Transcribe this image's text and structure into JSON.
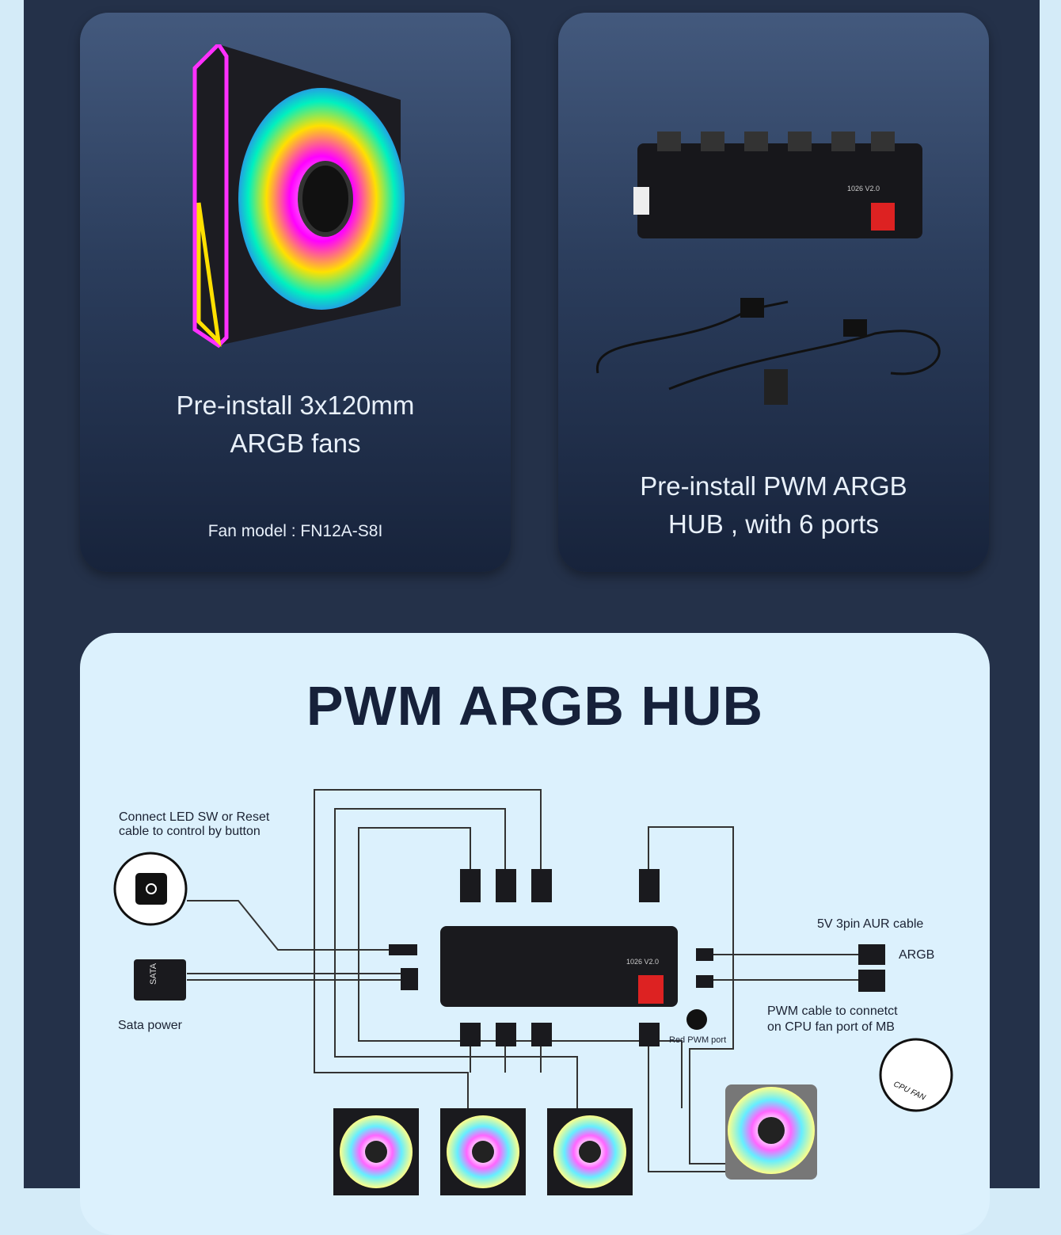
{
  "cards": [
    {
      "title_line1": "Pre-install 3x120mm",
      "title_line2": "ARGB fans",
      "subtitle": "Fan model : FN12A-S8I"
    },
    {
      "title_line1": "Pre-install PWM ARGB",
      "title_line2": "HUB , with 6 ports"
    }
  ],
  "diagram": {
    "title": "PWM ARGB HUB",
    "led_label_line1": "Connect LED SW or Reset",
    "led_label_line2": "cable to control by button",
    "sata_label": "Sata power",
    "sata_connector_text": "SATA",
    "aur_label": "5V 3pin AUR cable",
    "argb_label": "ARGB",
    "pwm_label_line1": "PWM cable to connetct",
    "pwm_label_line2": "on CPU fan port of MB",
    "red_port_label": "Red PWM port",
    "cpu_fan_text": "CPU FAN",
    "hub_text": "1026 V2.0"
  },
  "colors": {
    "band": "#243149",
    "panel": "#dcf1fd",
    "title": "#16213a"
  }
}
